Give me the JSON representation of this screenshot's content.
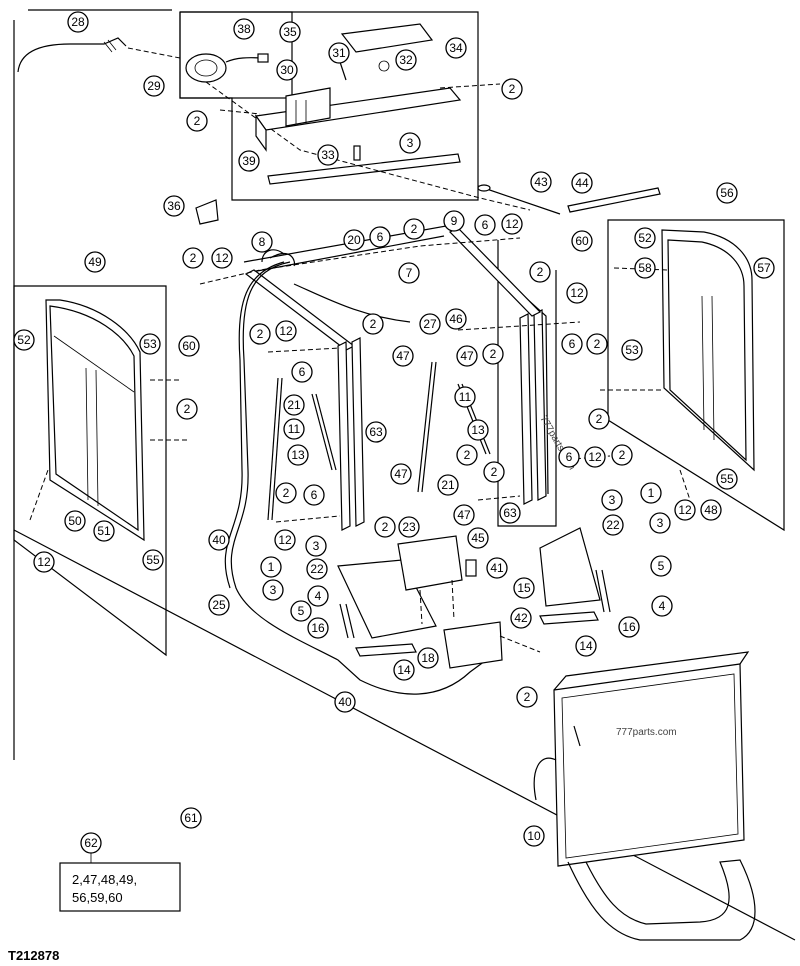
{
  "figure_id": "T212878",
  "watermark": "777parts.com",
  "kit": {
    "callout": "62",
    "line1": "2,47,48,49,",
    "line2": "56,59,60"
  },
  "callouts": [
    "28",
    "38",
    "35",
    "34",
    "29",
    "30",
    "31",
    "32",
    "2",
    "3",
    "33",
    "39",
    "43",
    "44",
    "36",
    "56",
    "49",
    "52",
    "58",
    "57",
    "53",
    "60",
    "8",
    "20",
    "6",
    "12",
    "9",
    "7",
    "27",
    "46",
    "47",
    "11",
    "21",
    "13",
    "63",
    "23",
    "45",
    "41",
    "22",
    "1",
    "5",
    "4",
    "3",
    "25",
    "16",
    "14",
    "15",
    "18",
    "42",
    "40",
    "10",
    "50",
    "51",
    "55",
    "61",
    "48",
    "62"
  ]
}
